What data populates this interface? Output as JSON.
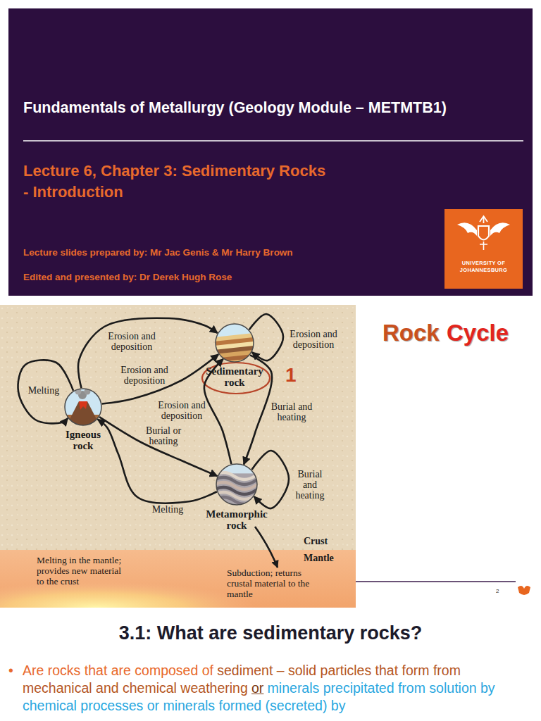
{
  "diagram": {
    "title": "Fundamentals of Metallurgy (Geology Module – METMTB1)",
    "nodes": [
      {
        "text": [
          "UNIVERSITY OF JOHANNESBURG"
        ]
      },
      {
        "text": [
          "Sedimentary rock"
        ]
      },
      {
        "text": [
          "Igneous rock"
        ]
      },
      {
        "text": [
          "Metamorphic rock"
        ]
      }
    ],
    "edges": [
      {
        "from": 2,
        "to": 1,
        "label": "Erosion and deposition",
        "arrow": "to"
      },
      {
        "from": 2,
        "to": 2,
        "label": "Melting",
        "arrow": "to"
      },
      {
        "from": 1,
        "to": 1,
        "label": "Erosion and deposition",
        "arrow": "to"
      },
      {
        "from": 2,
        "to": 1,
        "label": "Erosion and deposition",
        "arrow": "to"
      },
      {
        "from": 3,
        "to": 1,
        "label": "Erosion and deposition",
        "arrow": "to"
      },
      {
        "from": 1,
        "to": 3,
        "label": "Burial and heating",
        "arrow": "to"
      },
      {
        "from": 2,
        "to": 3,
        "label": "Burial or heating",
        "arrow": "to"
      },
      {
        "from": 3,
        "to": 3,
        "label": "Burial and heating",
        "arrow": "to"
      },
      {
        "from": 3,
        "to": 2,
        "label": "Melting",
        "arrow": "to"
      }
    ],
    "labels": [
      "Lecture 6, Chapter 3: Sedimentary Rocks - Introduction",
      "Lecture slides prepared by: Mr Jac Genis & Mr Harry Brown",
      "Edited and presented by: Dr Derek Hugh Rose",
      "Rock",
      "Cycle",
      "1",
      "Crust",
      "Mantle",
      "Melting in the mantle; provides new material to the crust",
      "Subduction; returns crustal material to the mantle",
      "2",
      "3.1: What are sedimentary rocks?",
      "•",
      "Are rocks that are composed of",
      "sediment – solid particles that form from mechanical and chemical weathering",
      "or",
      "minerals precipitated from solution by chemical processes or minerals formed (secreted) by"
    ]
  }
}
